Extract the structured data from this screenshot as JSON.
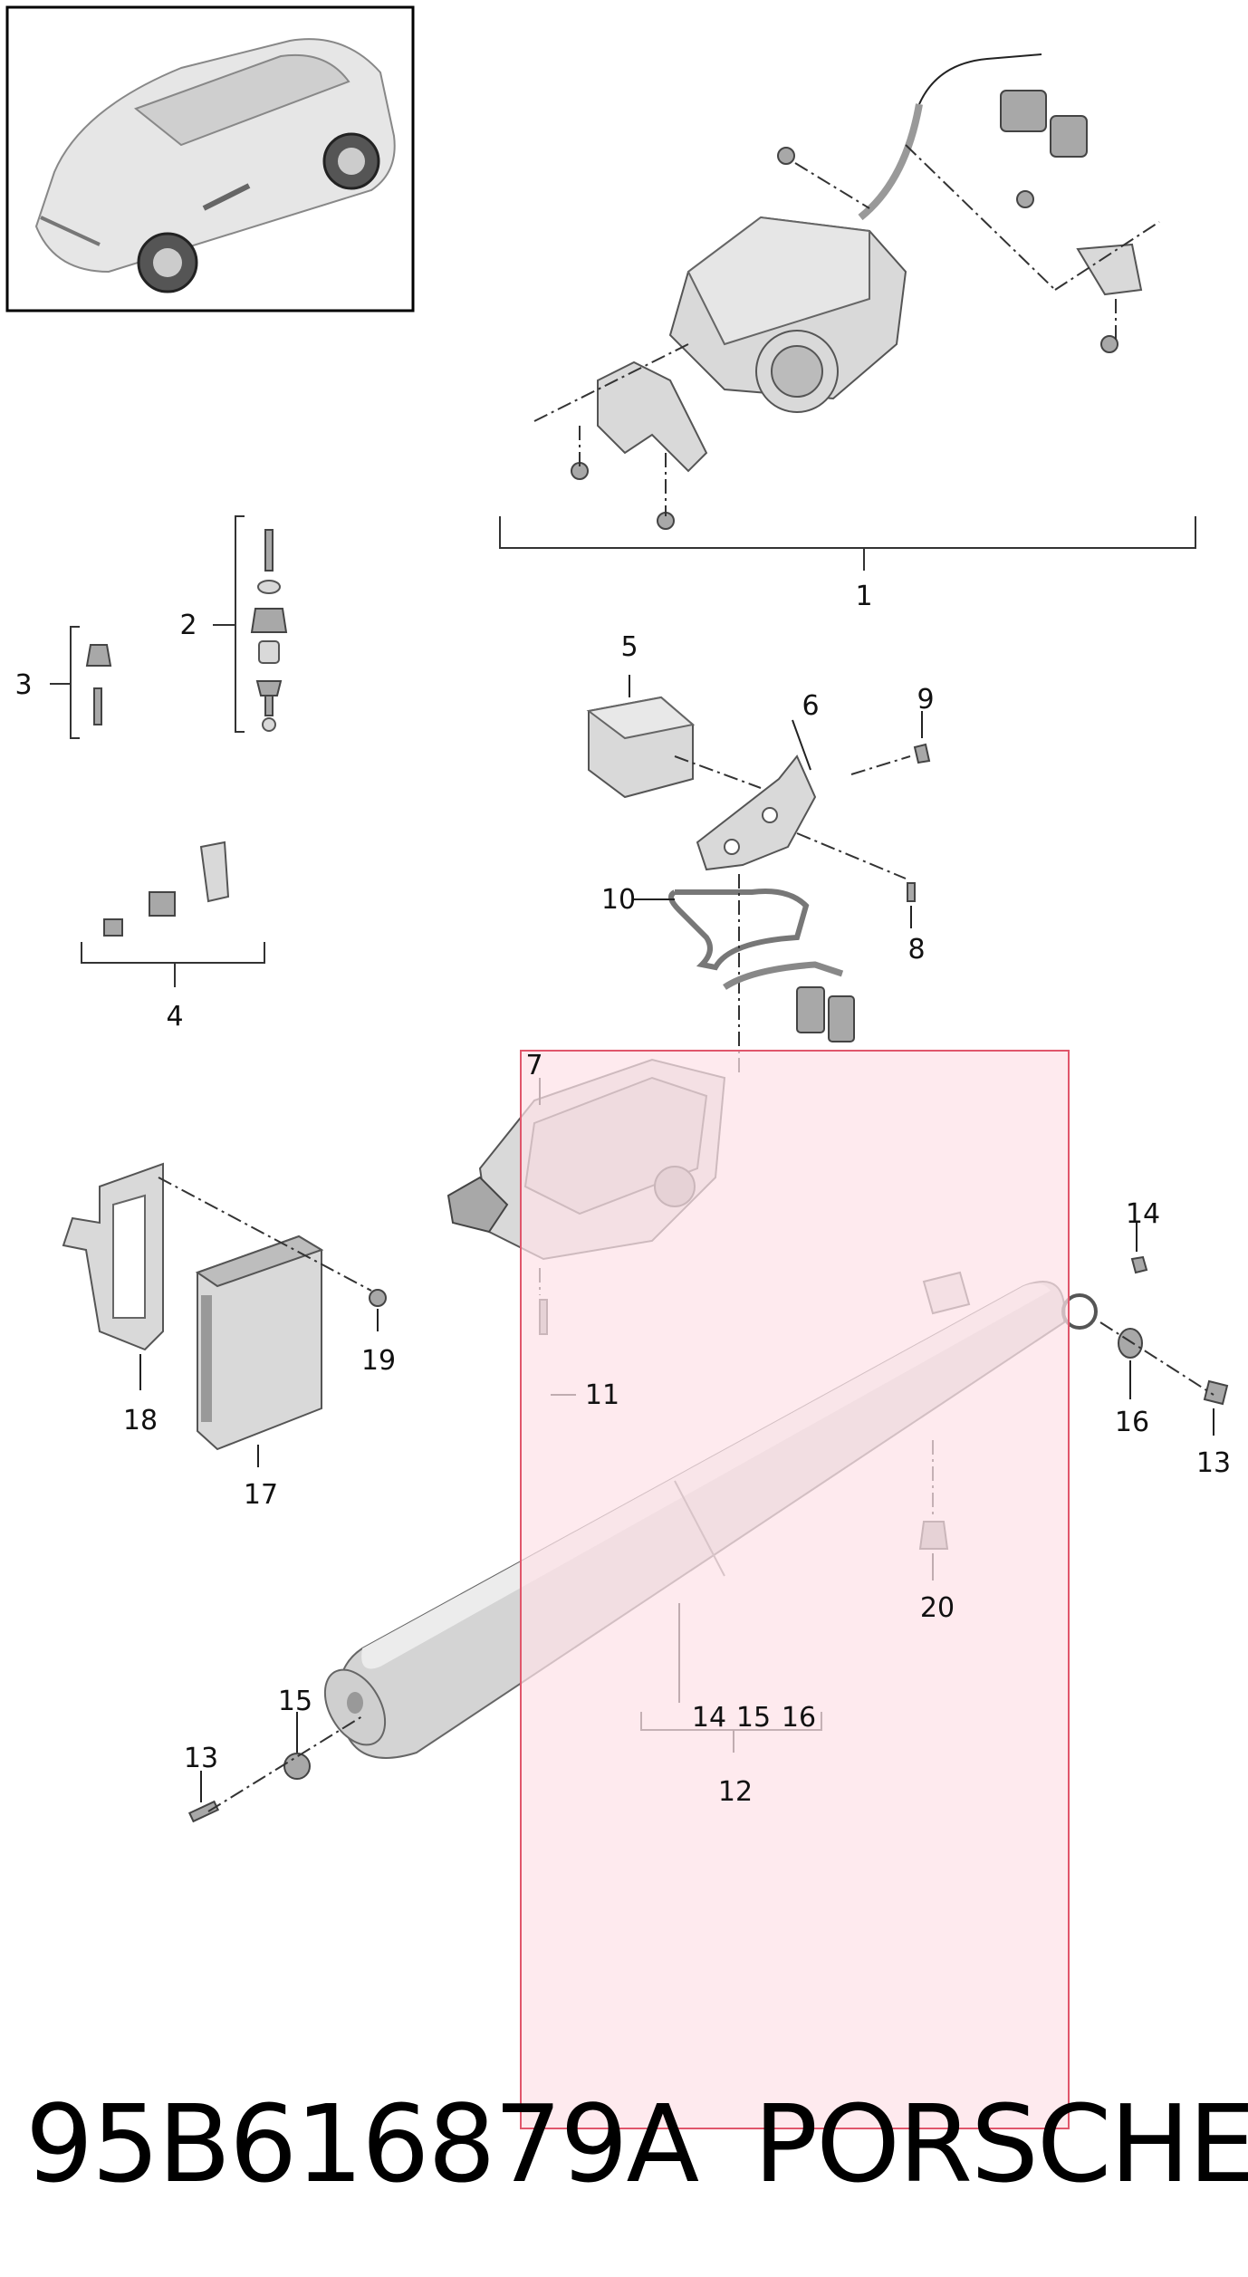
{
  "part_number": "95B616879A",
  "brand": "PORSCHE",
  "callouts": {
    "c1": "1",
    "c2": "2",
    "c3": "3",
    "c4": "4",
    "c5": "5",
    "c6": "6",
    "c7": "7",
    "c8": "8",
    "c9": "9",
    "c10": "10",
    "c11": "11",
    "c12": "12",
    "c13a": "13",
    "c13b": "13",
    "c14a": "14",
    "c14b": "14",
    "c15a": "15",
    "c15b": "15",
    "c16a": "16",
    "c16b": "16",
    "c17": "17",
    "c18": "18",
    "c19": "19",
    "c20": "20"
  },
  "colors": {
    "highlight_fill": "#fde2e8",
    "highlight_stroke": "#e0566b",
    "part_gray": "#d9d9d9"
  }
}
